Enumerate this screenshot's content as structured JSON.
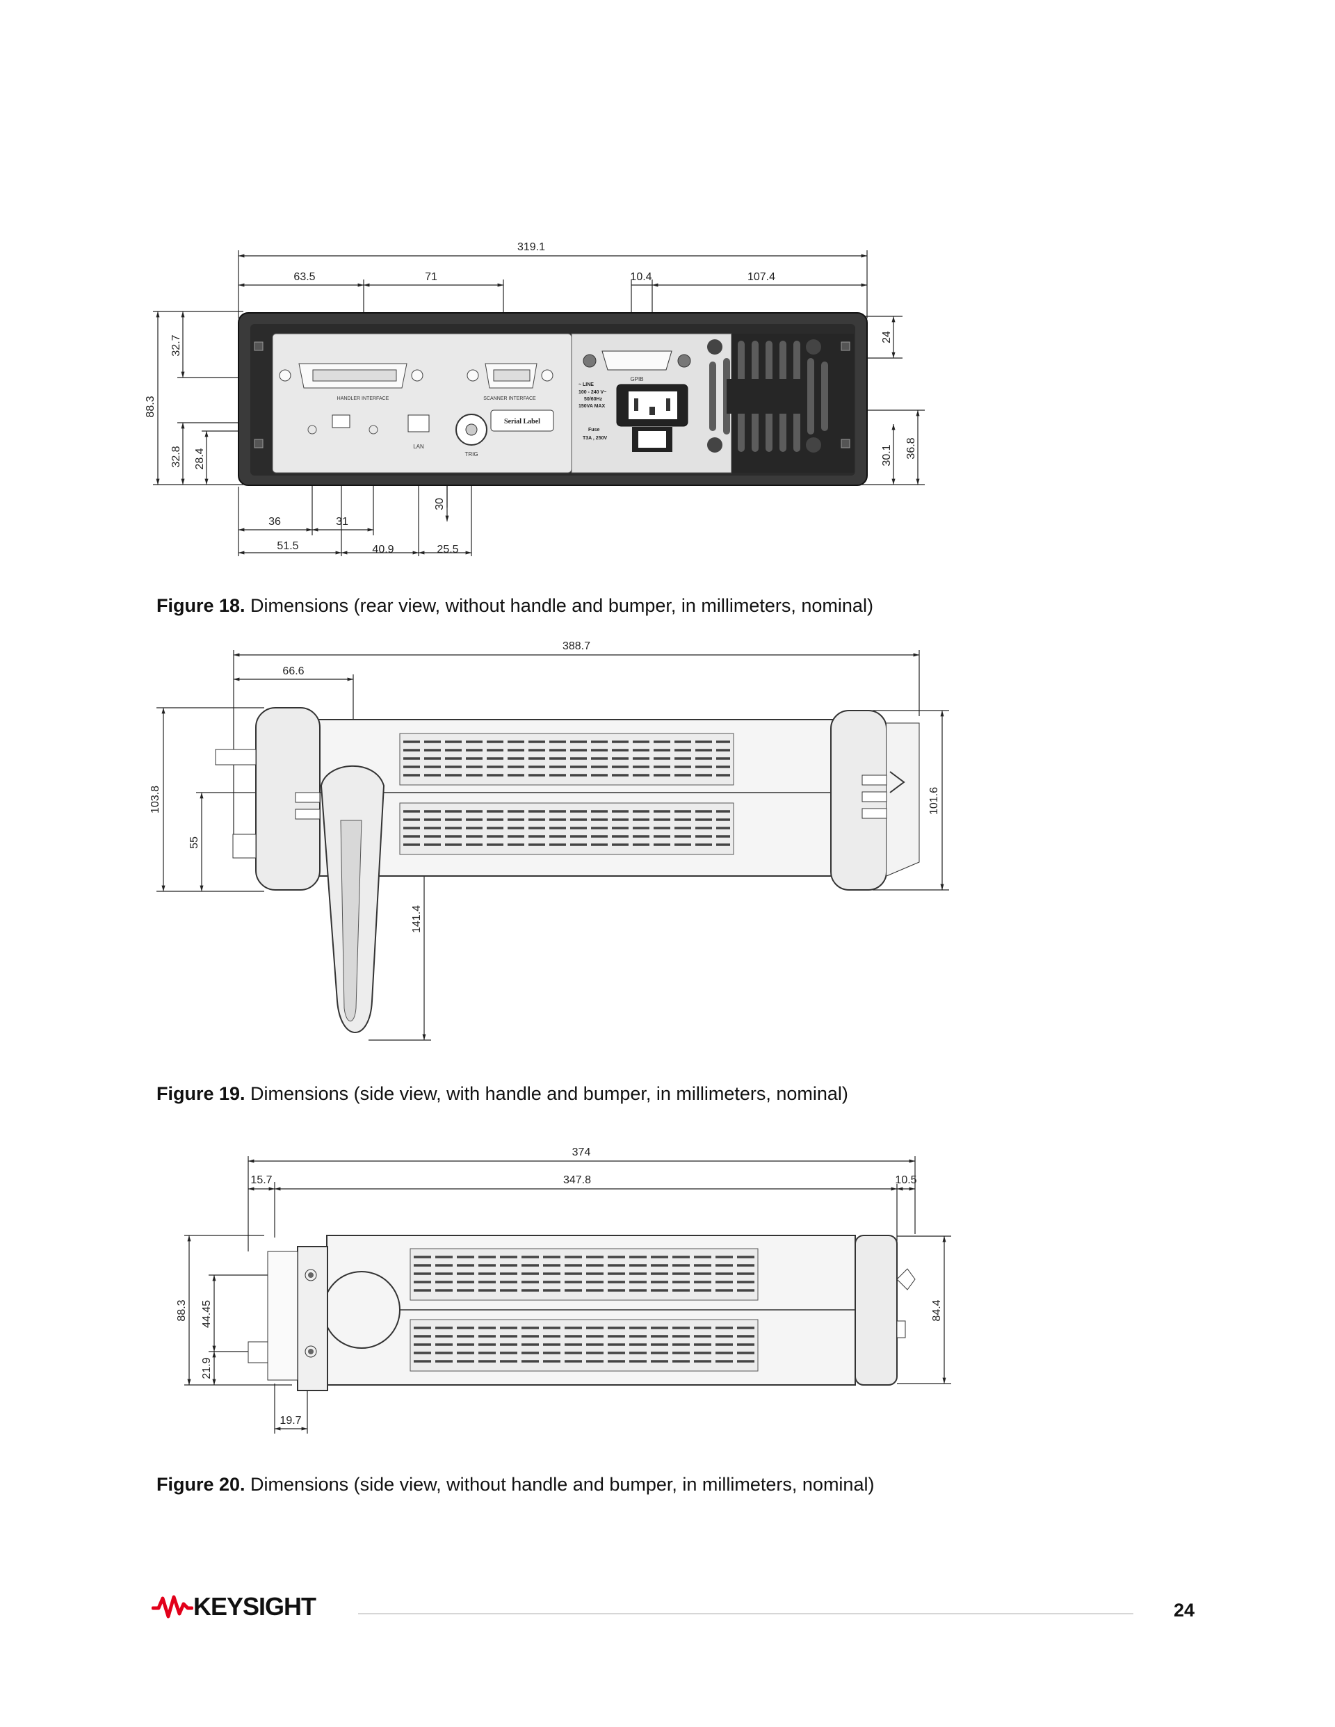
{
  "figures": {
    "rear": {
      "caption_label": "Figure 18.",
      "caption_text": " Dimensions (rear view, without handle and bumper, in millimeters, nominal)",
      "dims": {
        "total_width": "319.1",
        "d63_5": "63.5",
        "d71": "71",
        "d10_4": "10.4",
        "d107_4": "107.4",
        "d24": "24",
        "d32_7": "32.7",
        "d88_3": "88.3",
        "d32_8": "32.8",
        "d28_4": "28.4",
        "d30_1": "30.1",
        "d36_8": "36.8",
        "d36": "36",
        "d31": "31",
        "d51_5": "51.5",
        "d40_9": "40.9",
        "d25_5": "25.5",
        "d30": "30"
      },
      "labels": {
        "handler": "HANDLER INTERFACE",
        "scanner": "SCANNER INTERFACE",
        "gpib": "GPIB",
        "line": "~ LINE",
        "volt": "100 - 240 V~",
        "freq": "50/60Hz",
        "va": "150VA MAX",
        "fuse": "Fuse",
        "fuse_rating": "T3A , 250V",
        "serial": "Serial Label",
        "lan": "LAN",
        "trig": "TRIG"
      }
    },
    "side_handle": {
      "caption_label": "Figure 19.",
      "caption_text": " Dimensions (side view, with handle and bumper, in millimeters, nominal)",
      "dims": {
        "d388_7": "388.7",
        "d66_6": "66.6",
        "d103_8": "103.8",
        "d55": "55",
        "d141_4": "141.4",
        "d101_6": "101.6"
      }
    },
    "side_plain": {
      "caption_label": "Figure 20.",
      "caption_text": " Dimensions (side view, without handle and bumper, in millimeters, nominal)",
      "dims": {
        "d374": "374",
        "d15_7": "15.7",
        "d347_8": "347.8",
        "d10_5": "10.5",
        "d88_3": "88.3",
        "d44_45": "44.45",
        "d21_9": "21.9",
        "d84_4": "84.4",
        "d19_7": "19.7"
      }
    }
  },
  "footer": {
    "brand": "KEYSIGHT",
    "page_number": "24",
    "brand_color": "#e2001a"
  }
}
